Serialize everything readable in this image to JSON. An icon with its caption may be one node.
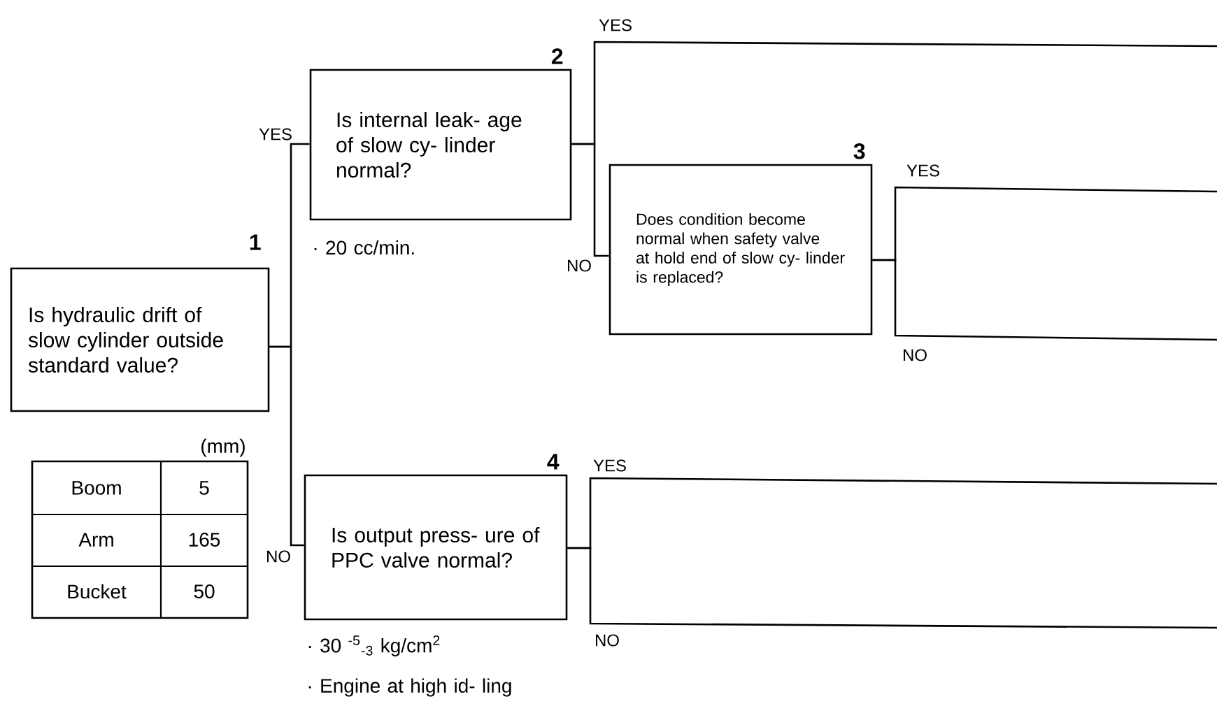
{
  "diagram": {
    "nodes": [
      {
        "text": [
          "Is hydraulic drift of slow cylinder outside standard value?"
        ],
        "beside": [
          "1"
        ]
      },
      {
        "text": [
          "Is internal leak- age of slow cy- linder normal?"
        ],
        "beside": [
          "2",
          "· 20 cc/min."
        ]
      },
      {
        "text": [
          "Does condition become normal when safety valve at hold end of slow cy- linder is replaced?"
        ],
        "beside": [
          "3"
        ]
      },
      {
        "text": [
          "Is output press- ure of PPC valve normal?"
        ],
        "beside": [
          "4",
          "· 30 $^{-5}$$_{-3}$ kg/cm$^{2}$",
          "· Engine at high id- ling"
        ]
      }
    ],
    "edges": [
      {
        "from": 0,
        "to": 1,
        "arrow": "none",
        "label": "YES"
      },
      {
        "from": 0,
        "to": 3,
        "arrow": "none",
        "label": "NO"
      },
      {
        "from": 1,
        "to": null,
        "arrow": "none",
        "label": "YES"
      },
      {
        "from": 1,
        "to": 2,
        "arrow": "none",
        "label": "NO"
      },
      {
        "from": 2,
        "to": null,
        "arrow": "none",
        "label": "YES"
      },
      {
        "from": 2,
        "to": null,
        "arrow": "none",
        "label": "NO"
      },
      {
        "from": 3,
        "to": null,
        "arrow": "none",
        "label": "YES"
      },
      {
        "from": 3,
        "to": null,
        "arrow": "none",
        "label": "NO"
      }
    ],
    "labels": [
      "(mm)",
      "Boom",
      "5",
      "Arm",
      "165",
      "Bucket",
      "50"
    ]
  }
}
